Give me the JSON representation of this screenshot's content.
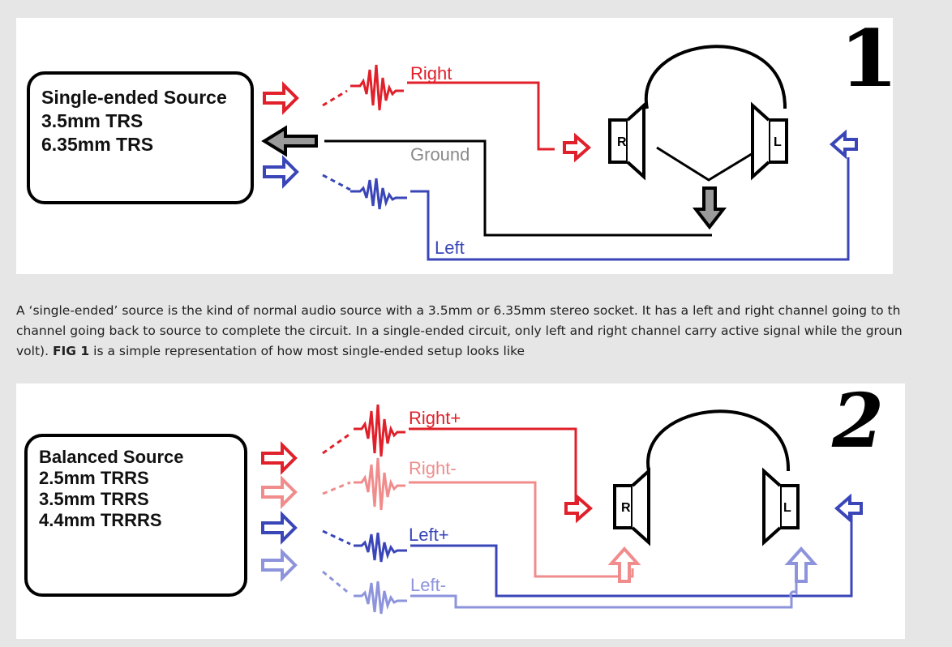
{
  "fig1": {
    "number": "1",
    "source_lines": [
      "Single-ended Source",
      "3.5mm TRS",
      "6.35mm TRS"
    ],
    "labels": {
      "right": "Right",
      "ground": "Ground",
      "left": "Left"
    },
    "speaker_right": "R",
    "speaker_left": "L"
  },
  "paragraph": {
    "line1": "A ‘single-ended’ source is the kind of normal audio source with a 3.5mm or 6.35mm stereo socket. It has a left and right channel going to th",
    "line2": "channel going back to source to complete the circuit. In a single-ended circuit, only left and right channel carry active signal while the groun",
    "line3_pre": "volt). ",
    "line3_bold": "FIG 1",
    "line3_post": " is a simple representation of how most single-ended setup looks like"
  },
  "fig2": {
    "number": "2",
    "source_lines": [
      "Balanced Source",
      "2.5mm TRRS",
      "3.5mm TRRS",
      "4.4mm TRRRS"
    ],
    "labels": {
      "right_plus": "Right+",
      "right_minus": "Right-",
      "left_plus": "Left+",
      "left_minus": "Left-"
    },
    "speaker_right": "R",
    "speaker_left": "L"
  },
  "colors": {
    "red": "#e0202a",
    "blue": "#3a46b8",
    "pink": "#f08c8c",
    "lightblue": "#8d94dc",
    "grey": "#9a9a9a"
  }
}
